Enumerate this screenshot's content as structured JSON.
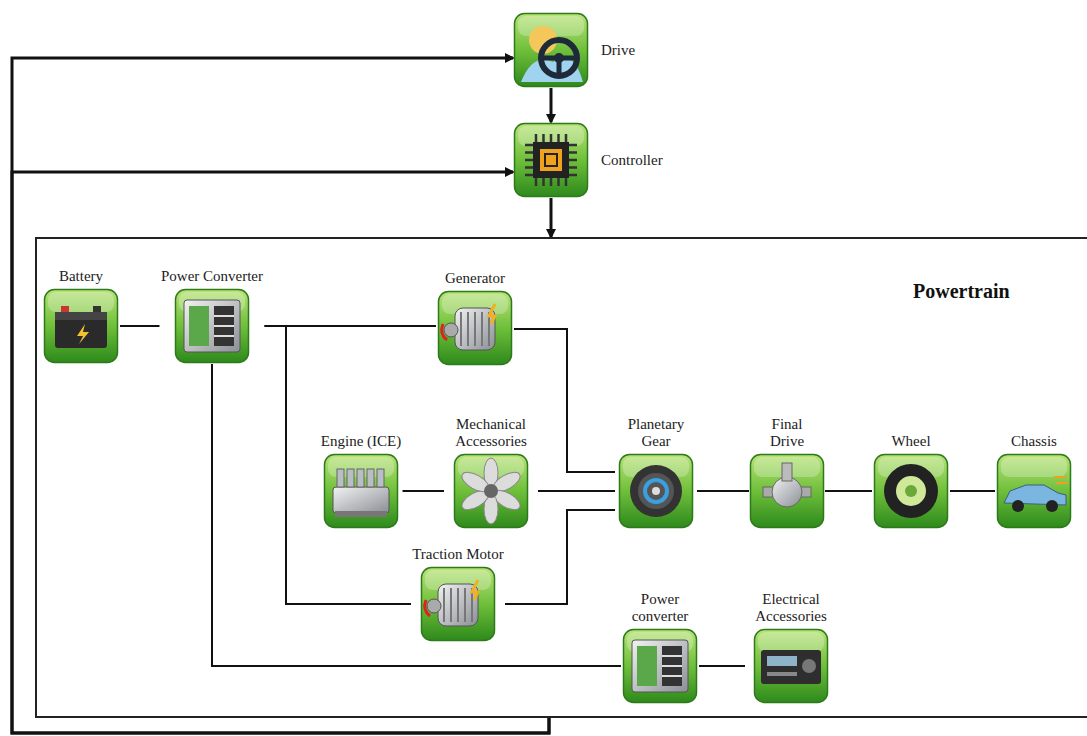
{
  "diagram": {
    "nodes": [
      {
        "text": [
          "Drive"
        ]
      },
      {
        "text": [
          "Controller"
        ]
      },
      {
        "text": [
          "Powertrain"
        ]
      },
      {
        "text": [
          "Battery"
        ],
        "in": 2
      },
      {
        "text": [
          "Power Converter"
        ],
        "in": 2
      },
      {
        "text": [
          "Generator"
        ],
        "in": 2
      },
      {
        "text": [
          "Engine (ICE)"
        ],
        "in": 2
      },
      {
        "text": [
          "Mechanical Accessories"
        ],
        "in": 2
      },
      {
        "text": [
          "Planetary Gear"
        ],
        "in": 2
      },
      {
        "text": [
          "Final Drive"
        ],
        "in": 2
      },
      {
        "text": [
          "Wheel"
        ],
        "in": 2
      },
      {
        "text": [
          "Chassis"
        ],
        "in": 2
      },
      {
        "text": [
          "Traction Motor"
        ],
        "in": 2
      },
      {
        "text": [
          "Power converter"
        ],
        "in": 2
      },
      {
        "text": [
          "Electrical Accessories"
        ],
        "in": 2
      }
    ],
    "edges": [
      {
        "from": 0,
        "to": 1,
        "arrow": "to"
      },
      {
        "from": 1,
        "to": 2,
        "arrow": "to"
      },
      {
        "from": 2,
        "to": 0,
        "arrow": "to"
      },
      {
        "from": 2,
        "to": 1,
        "arrow": "to"
      },
      {
        "from": 3,
        "to": 4,
        "arrow": "none"
      },
      {
        "from": 4,
        "to": 5,
        "arrow": "none"
      },
      {
        "from": 4,
        "to": 12,
        "arrow": "none"
      },
      {
        "from": 4,
        "to": 13,
        "arrow": "none"
      },
      {
        "from": 5,
        "to": 8,
        "arrow": "none"
      },
      {
        "from": 6,
        "to": 7,
        "arrow": "none"
      },
      {
        "from": 7,
        "to": 8,
        "arrow": "none"
      },
      {
        "from": 12,
        "to": 8,
        "arrow": "none"
      },
      {
        "from": 8,
        "to": 9,
        "arrow": "none"
      },
      {
        "from": 9,
        "to": 10,
        "arrow": "none"
      },
      {
        "from": 10,
        "to": 11,
        "arrow": "none"
      },
      {
        "from": 13,
        "to": 14,
        "arrow": "none"
      }
    ]
  }
}
